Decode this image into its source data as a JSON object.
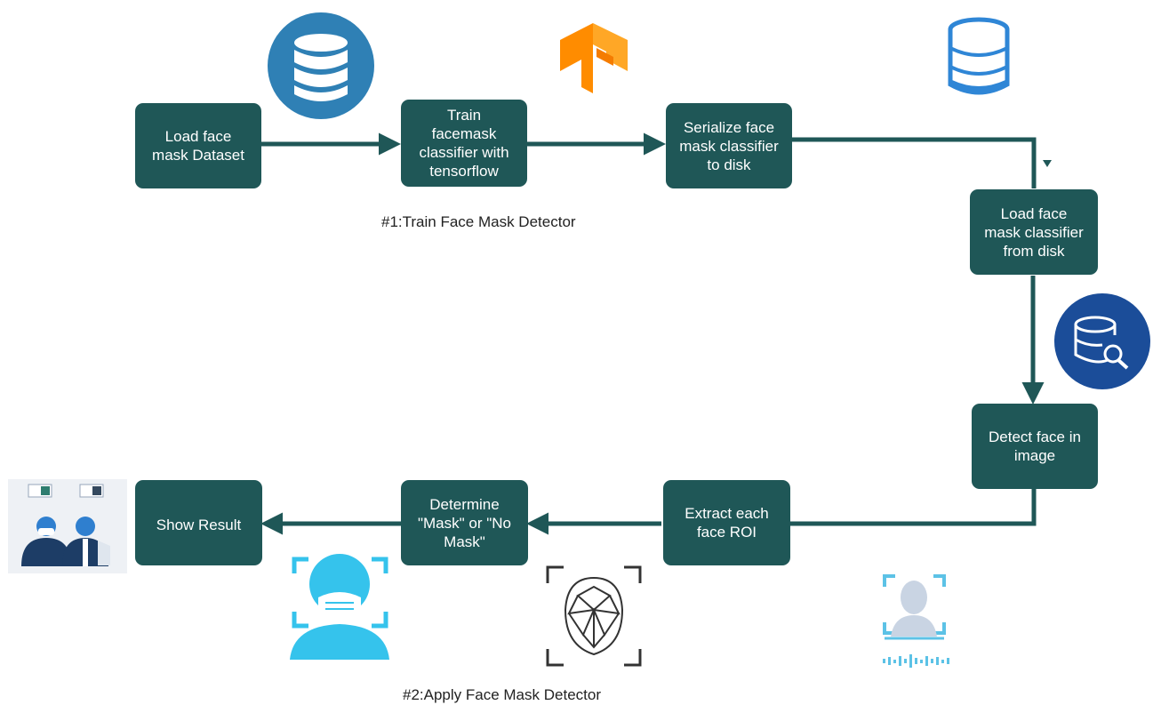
{
  "colors": {
    "node_fill": "#1f5757",
    "connector": "#1f5757",
    "database_blue": "#2f80b5",
    "database_light": "#2f86d6",
    "database_navy": "#1b4d99",
    "tensorflow_orange": "#ff8a00",
    "mask_cyan": "#35c3ec"
  },
  "stage1": {
    "caption": "#1:Train Face Mask Detector",
    "nodes": {
      "load_dataset": "Load face\nmask Dataset",
      "train_classifier": "Train\nfacemask\nclassifier with\ntensorflow",
      "serialize_classifier": "Serialize face\nmask classifier\nto disk"
    }
  },
  "stage2": {
    "caption": "#2:Apply Face Mask Detector",
    "nodes": {
      "load_classifier": "Load face\nmask classifier\nfrom disk",
      "detect_face": "Detect face in\nimage",
      "extract_roi": "Extract each\nface ROI",
      "determine_mask": "Determine\n\"Mask\" or \"No\nMask\"",
      "show_result": "Show Result"
    }
  },
  "icons": [
    "database-circle-icon",
    "tensorflow-logo-icon",
    "database-outline-icon",
    "database-search-icon",
    "face-scan-icon",
    "face-mesh-icon",
    "masked-face-icon",
    "people-mask-check-icon"
  ]
}
